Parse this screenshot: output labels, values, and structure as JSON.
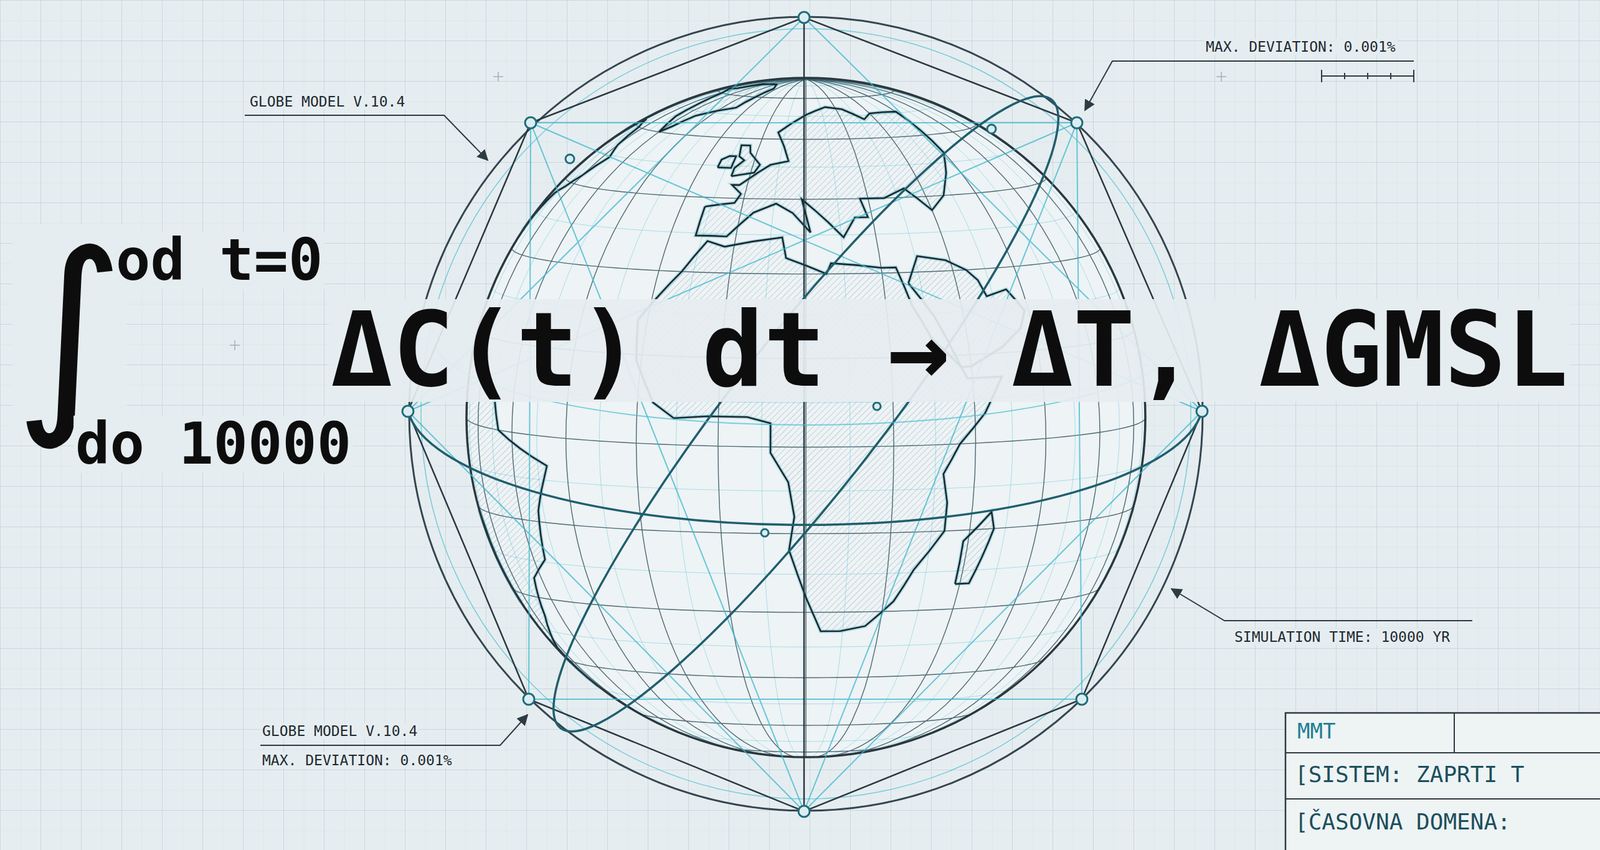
{
  "diagram": {
    "labels": [
      "GLOBE MODEL V.10.4",
      "MAX. DEVIATION: 0.001%",
      "∫",
      "od t=0",
      "do 10000",
      "ΔC(t) dt → ΔT, ΔGMSL",
      "SIMULATION TIME: 10000 YR",
      "GLOBE MODEL V.10.4",
      "MAX. DEVIATION: 0.001%",
      "MMT",
      "[SISTEM: ZAPRTI T",
      "[ČASOVNA DOMENA:"
    ]
  }
}
